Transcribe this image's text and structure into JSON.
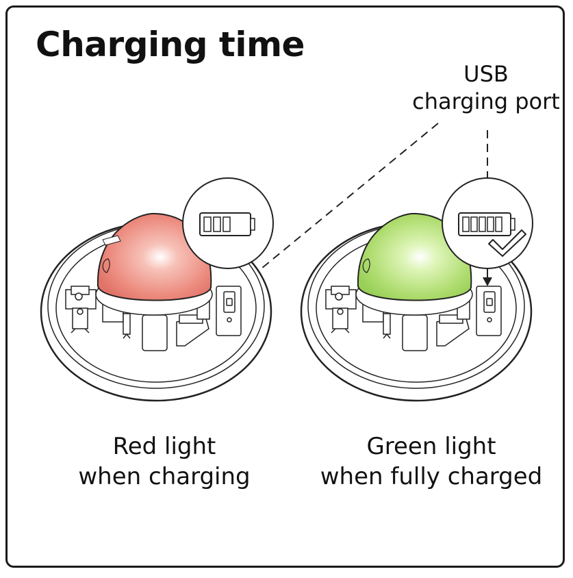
{
  "title": "Charging time",
  "port_label": {
    "line1": "USB",
    "line2": "charging port"
  },
  "states": [
    {
      "line1": "Red light",
      "line2": "when charging",
      "color": "#e8837a",
      "battery": "partial"
    },
    {
      "line1": "Green light",
      "line2": "when fully charged",
      "color": "#a6d96a",
      "battery": "full"
    }
  ]
}
